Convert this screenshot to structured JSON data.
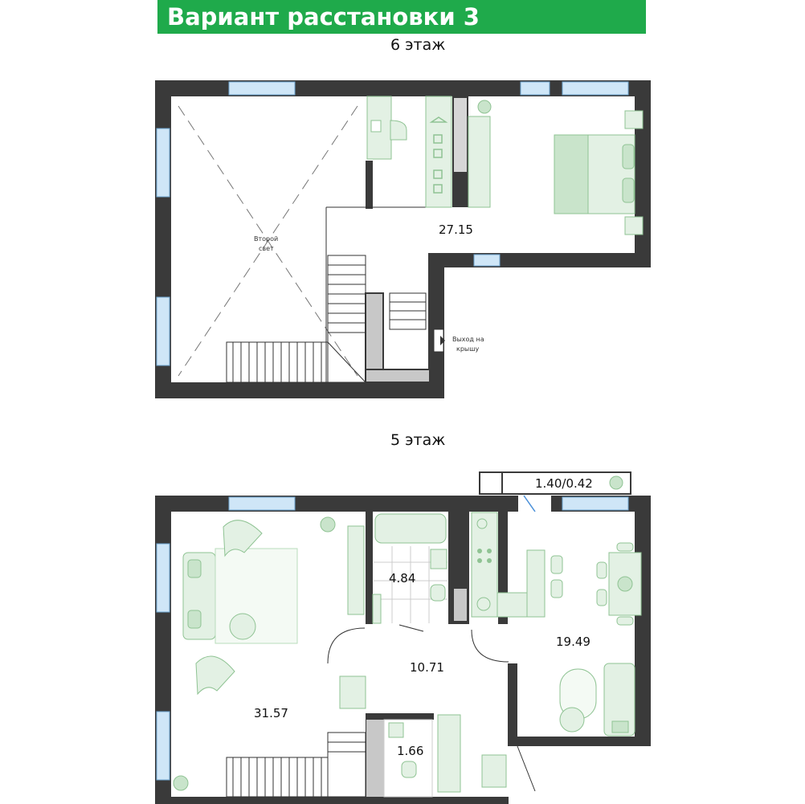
{
  "header": {
    "title": "Вариант расстановки 3"
  },
  "floors": {
    "upper": {
      "label": "6 этаж"
    },
    "lower": {
      "label": "5 этаж"
    }
  },
  "rooms": {
    "bedroom_upper": "27.15",
    "bathroom": "4.84",
    "hall": "10.71",
    "kitchen": "19.49",
    "living": "31.57",
    "wc": "1.66",
    "balcony": "1.40/0.42"
  },
  "notes": {
    "second_light_line1": "Второй",
    "second_light_line2": "свет",
    "roof_exit_line1": "Выход на",
    "roof_exit_line2": "крышу"
  },
  "colors": {
    "header_bg": "#1faa4b",
    "wall": "#3a3a3a",
    "window": "#cfe6f7",
    "furniture": "#e3f1e4",
    "furniture_stroke": "#8fc393"
  }
}
